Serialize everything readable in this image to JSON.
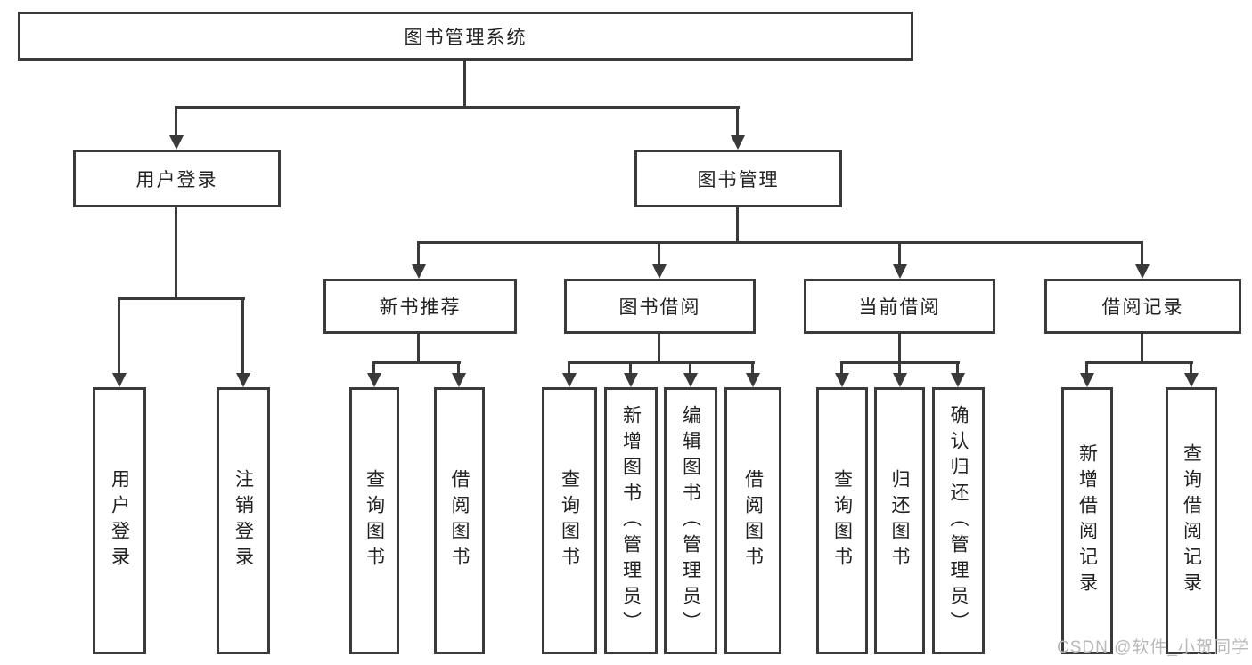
{
  "diagram_title": "图书管理系统",
  "tree": {
    "root": {
      "label": "图书管理系统",
      "children": [
        {
          "label": "用户登录",
          "children": [
            {
              "label": "用户登录"
            },
            {
              "label": "注销登录"
            }
          ]
        },
        {
          "label": "图书管理",
          "children": [
            {
              "label": "新书推荐",
              "children": [
                {
                  "label": "查询图书"
                },
                {
                  "label": "借阅图书"
                }
              ]
            },
            {
              "label": "图书借阅",
              "children": [
                {
                  "label": "查询图书"
                },
                {
                  "label": "新增图书（管理员）"
                },
                {
                  "label": "编辑图书（管理员）"
                },
                {
                  "label": "借阅图书"
                }
              ]
            },
            {
              "label": "当前借阅",
              "children": [
                {
                  "label": "查询图书"
                },
                {
                  "label": "归还图书"
                },
                {
                  "label": "确认归还（管理员）"
                }
              ]
            },
            {
              "label": "借阅记录",
              "children": [
                {
                  "label": "新增借阅记录"
                },
                {
                  "label": "查询借阅记录"
                }
              ]
            }
          ]
        }
      ]
    }
  },
  "watermark": {
    "text": "CSDN @软件_小贺同学"
  },
  "colors": {
    "line": "#3a3a3a",
    "text": "#222222",
    "watermark": "#b9b9b9",
    "background": "#ffffff"
  }
}
